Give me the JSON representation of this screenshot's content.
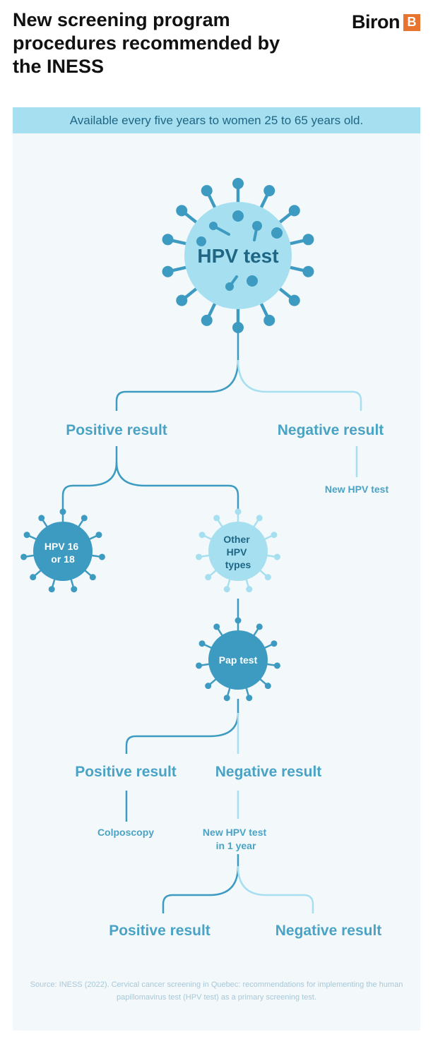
{
  "title": "New screening program procedures recommended by the INESS",
  "logo": {
    "text": "Biron",
    "mark": "B"
  },
  "banner": "Available every five years to women 25 to 65 years old.",
  "colors": {
    "dark": "#3d9bc1",
    "light": "#a6e0f0",
    "text": "#4aa3c5",
    "dark_text": "#1f6685"
  },
  "nodes": {
    "hpv_test": "HPV test",
    "positive_1": "Positive result",
    "negative_1": "Negative result",
    "new_hpv_test": "New HPV test",
    "hpv_16_18": [
      "HPV 16",
      "or 18"
    ],
    "other_hpv": [
      "Other",
      "HPV",
      "types"
    ],
    "pap_test": "Pap test",
    "positive_2": "Positive result",
    "negative_2": "Negative result",
    "colposcopy": "Colposcopy",
    "new_hpv_test_1yr": [
      "New HPV test",
      "in 1 year"
    ],
    "positive_3": "Positive result",
    "negative_3": "Negative result"
  },
  "source": "Source: INESS (2022). Cervical cancer screening in Quebec: recommendations for implementing the human papillomavirus test (HPV test) as a primary screening test."
}
